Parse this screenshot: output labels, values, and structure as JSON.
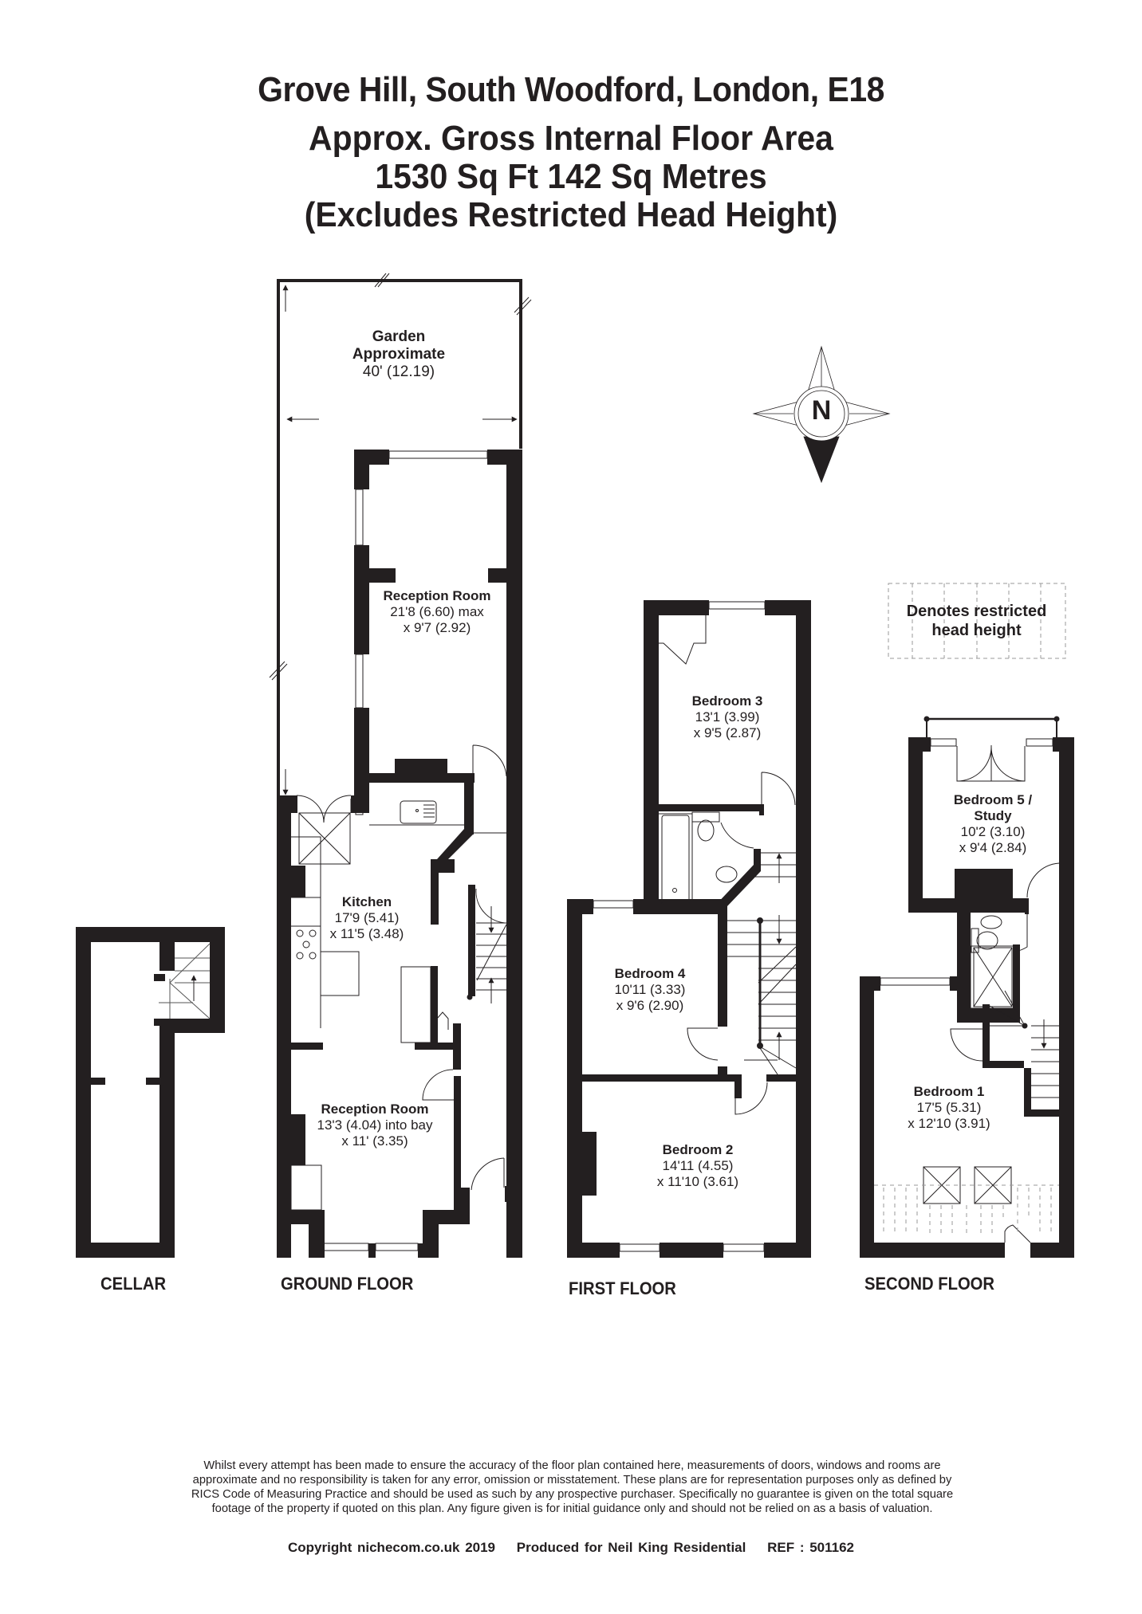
{
  "header": {
    "address": "Grove Hill, South Woodford, London, E18",
    "area_line1": "Approx. Gross Internal Floor Area",
    "area_line2": "1530 Sq Ft 142 Sq Metres",
    "area_line3": "(Excludes Restricted Head Height)"
  },
  "compass": {
    "label": "N",
    "icon": "north-arrow-icon"
  },
  "key": {
    "text_line1": "Denotes restricted",
    "text_line2": "head height"
  },
  "garden": {
    "name": "Garden",
    "name2": "Approximate",
    "dims": "40' (12.19)"
  },
  "floors": {
    "cellar": {
      "label": "CELLAR"
    },
    "ground": {
      "label": "GROUND FLOOR",
      "rooms": [
        {
          "name": "Reception Room",
          "dim1": "21'8 (6.60) max",
          "dim2": "x 9'7 (2.92)"
        },
        {
          "name": "Kitchen",
          "dim1": "17'9 (5.41)",
          "dim2": "x 11'5 (3.48)"
        },
        {
          "name": "Reception Room",
          "dim1": "13'3 (4.04) into bay",
          "dim2": "x 11' (3.35)"
        }
      ]
    },
    "first": {
      "label": "FIRST FLOOR",
      "rooms": [
        {
          "name": "Bedroom 3",
          "dim1": "13'1 (3.99)",
          "dim2": "x 9'5 (2.87)"
        },
        {
          "name": "Bedroom 4",
          "dim1": "10'11 (3.33)",
          "dim2": "x 9'6 (2.90)"
        },
        {
          "name": "Bedroom 2",
          "dim1": "14'11 (4.55)",
          "dim2": "x 11'10 (3.61)"
        }
      ]
    },
    "second": {
      "label": "SECOND FLOOR",
      "rooms": [
        {
          "name": "Bedroom 5 /",
          "name2": "Study",
          "dim1": "10'2 (3.10)",
          "dim2": "x 9'4 (2.84)"
        },
        {
          "name": "Bedroom 1",
          "dim1": "17'5 (5.31)",
          "dim2": "x 12'10 (3.91)"
        }
      ]
    }
  },
  "footer": {
    "disclaimer": "Whilst every attempt has been made to ensure the accuracy of the floor plan contained here, measurements of doors, windows and rooms are approximate and no responsibility is taken for any error, omission or misstatement. These plans are for representation purposes only as defined by RICS Code of Measuring Practice and should be used as such by any prospective purchaser. Specifically no guarantee is given on the total square footage of the property if quoted on this plan. Any figure given is for initial guidance only and should not be relied on as a basis of valuation.",
    "copyright": "Copyright nichecom.co.uk 2019",
    "produced_for": "Produced for Neil King Residential",
    "ref": "REF : 501162"
  },
  "colors": {
    "wall": "#231f20",
    "line": "#231f20",
    "dashed": "#9a9a9a",
    "background": "#ffffff"
  }
}
